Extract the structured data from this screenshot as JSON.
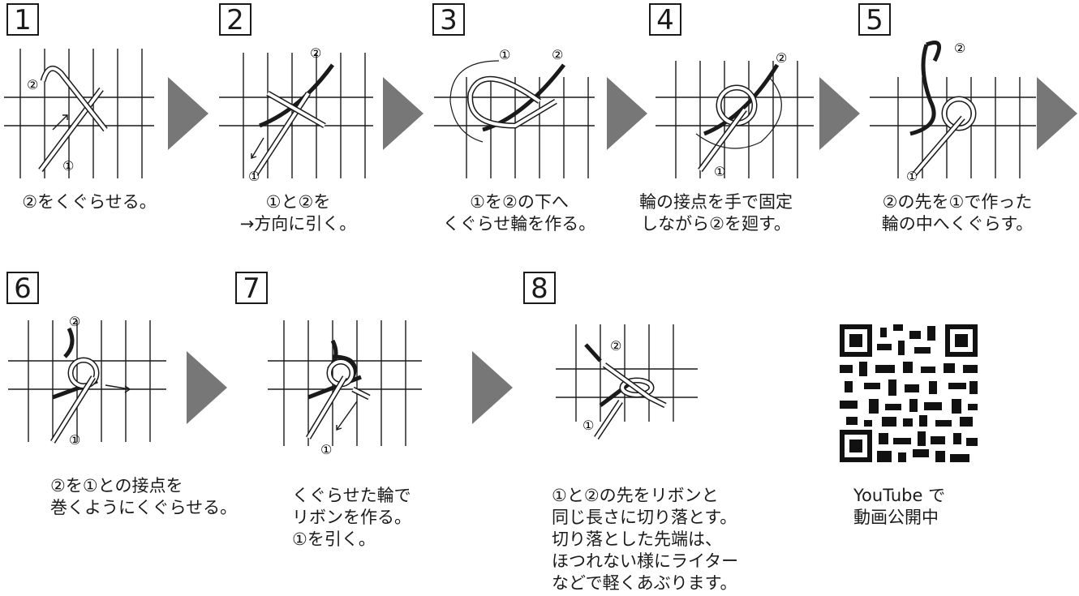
{
  "steps": [
    {
      "number": "1",
      "caption": "②をくぐらせる。"
    },
    {
      "number": "2",
      "caption": "①と②を\n→方向に引く。"
    },
    {
      "number": "3",
      "caption": "①を②の下へ\nくぐらせ輪を作る。"
    },
    {
      "number": "4",
      "caption": "輪の接点を手で固定\nしながら②を廻す。"
    },
    {
      "number": "5",
      "caption": "②の先を①で作った\n輪の中へくぐらす。"
    },
    {
      "number": "6",
      "caption": "②を①との接点を\n巻くようにくぐらせる。"
    },
    {
      "number": "7",
      "caption": "くぐらせた輪で\nリボンを作る。\n①を引く。"
    },
    {
      "number": "8",
      "caption": "①と②の先をリボンと\n同じ長さに切り落とす。\n切り落とした先端は、\nほつれない様にライター\nなどで軽くあぶります。"
    }
  ],
  "markers": {
    "one": "①",
    "two": "②"
  },
  "qr": {
    "caption": "YouTube で\n動画公開中"
  },
  "colors": {
    "arrow": "#777777",
    "line": "#1a1a1a"
  }
}
